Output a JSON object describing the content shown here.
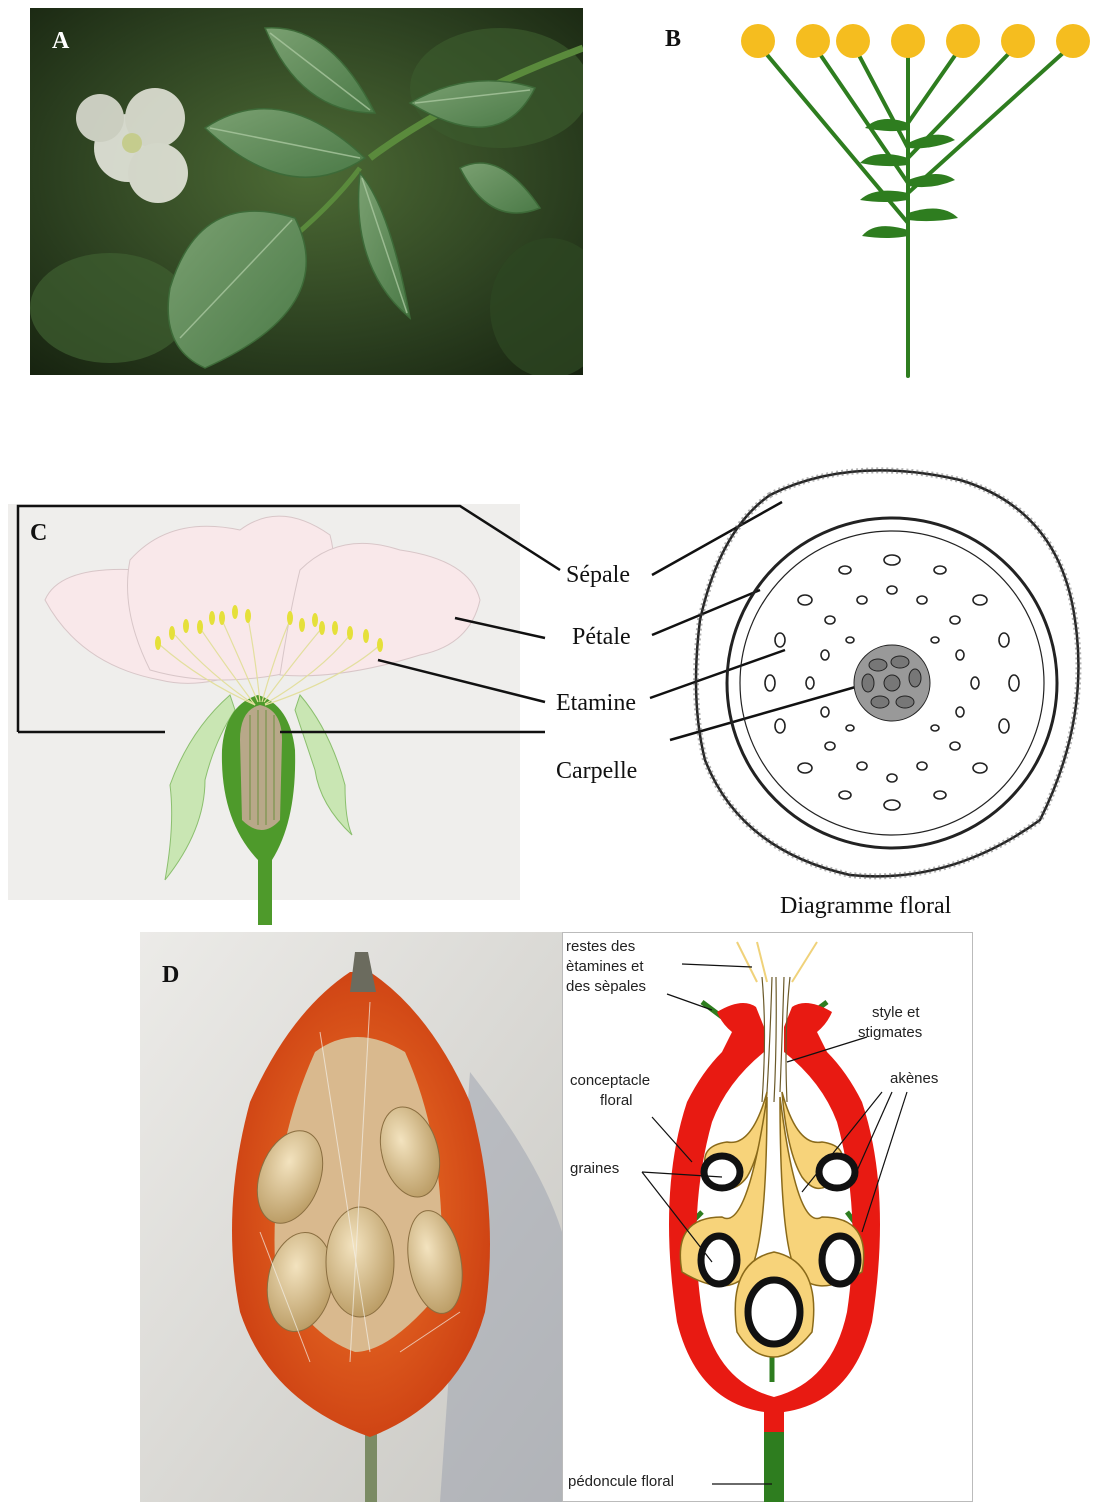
{
  "panels": {
    "a": {
      "letter": "A"
    },
    "b": {
      "letter": "B"
    },
    "c": {
      "letter": "C",
      "labels": [
        "Sépale",
        "Pétale",
        "Etamine",
        "Carpelle"
      ],
      "diagram_caption": "Diagramme floral"
    },
    "d": {
      "letter": "D",
      "labels": {
        "restes_1": "restes des",
        "restes_2": "ètamines et",
        "restes_3": "des sèpales",
        "style_1": "style et",
        "style_2": "stigmates",
        "concept_1": "conceptacle",
        "concept_2": "floral",
        "akenes": "akènes",
        "graines": "graines",
        "pedoncule": "pédoncule floral"
      }
    }
  },
  "colors": {
    "leaf": "#5f8f5a",
    "stem_green": "#2e7d1f",
    "yellow": "#f5bd1f",
    "petal": "#f9e8ea",
    "hip_red": "#e81a12",
    "achene": "#f7d37a"
  }
}
